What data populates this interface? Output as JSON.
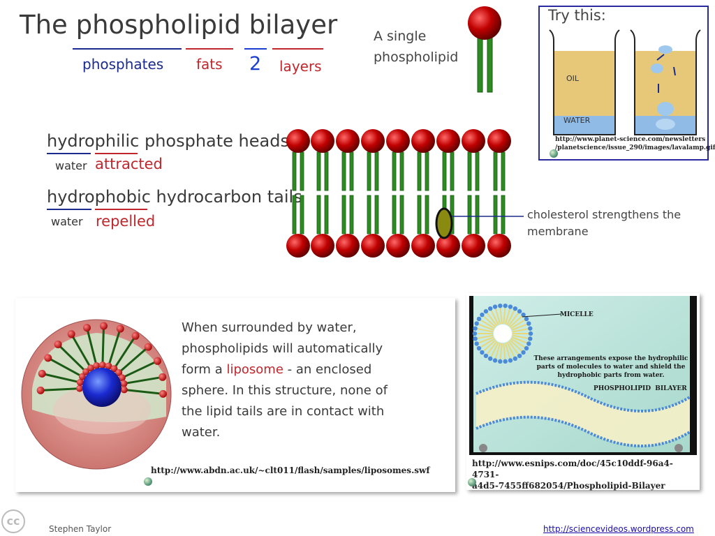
{
  "title": "The phospholipid bilayer",
  "word_parts": {
    "phosphates": "phosphates",
    "fats": "fats",
    "two": "2",
    "layers": "layers"
  },
  "single_label": "A single\nphospholipid",
  "try_box": {
    "title": "Try this:",
    "oil": "OIL",
    "water": "WATER",
    "url": "http://www.planet-science.com/newsletters\n/planetscience/issue_290/images/lavalamp.gif"
  },
  "hydrophilic": {
    "root": "hydrophilic",
    "rest": " phosphate heads",
    "part1": "water",
    "part2": "attracted"
  },
  "hydrophobic": {
    "root": "hydrophobic",
    "rest": " hydrocarbon tails",
    "part1": "water",
    "part2": "repelled"
  },
  "cholesterol_label": "cholesterol strengthens the\nmembrane",
  "liposome": {
    "text_before": "When surrounded by water, phospholipids will automatically form a ",
    "highlight": "liposome",
    "text_after": " - an enclosed sphere. In this structure, none of the lipid tails are in contact with water.",
    "url": "http://www.abdn.ac.uk/~clt011/flash/samples/liposomes.swf"
  },
  "micelle_panel": {
    "micelle_label": "MICELLE",
    "caption": "These arrangements expose the hydrophilic parts of molecules to water and shield the hydrophobic parts from water.",
    "bilayer_label": "PHOSPHOLIPID  BILAYER",
    "url": "http://www.esnips.com/doc/45c10ddf-96a4-4731-\na4d5-7455ff682054/Phospholipid-Bilayer"
  },
  "footer": {
    "cc": "cc",
    "author": "Stephen Taylor",
    "link": "http://sciencevideos.wordpress.com"
  },
  "colors": {
    "head_red": "#c00000",
    "tail_green": "#2e8b22",
    "accent_red": "#c0272d",
    "accent_blue": "#1b2a8e",
    "cholesterol": "#8a8a10"
  }
}
